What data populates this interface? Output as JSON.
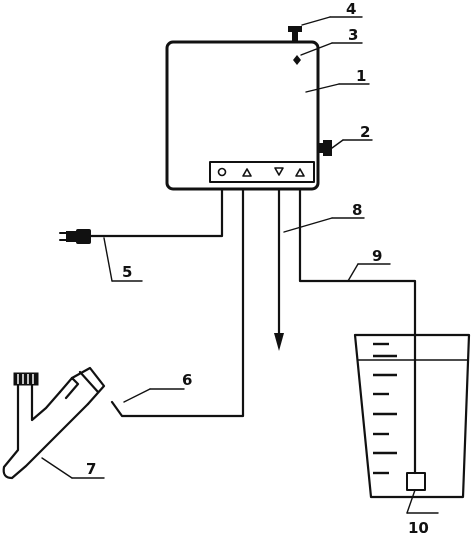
{
  "diagram": {
    "labels": {
      "l1": "1",
      "l2": "2",
      "l3": "3",
      "l4": "4",
      "l5": "5",
      "l6": "6",
      "l7": "7",
      "l8": "8",
      "l9": "9",
      "l10": "10"
    },
    "components": [
      "main-box",
      "side-valve",
      "indicator",
      "top-valve",
      "power-plug",
      "pipe-y-fitting",
      "drain-probe",
      "measuring-container",
      "sensor-float"
    ],
    "colors": {
      "ink": "#111111",
      "paper": "#ffffff"
    }
  }
}
